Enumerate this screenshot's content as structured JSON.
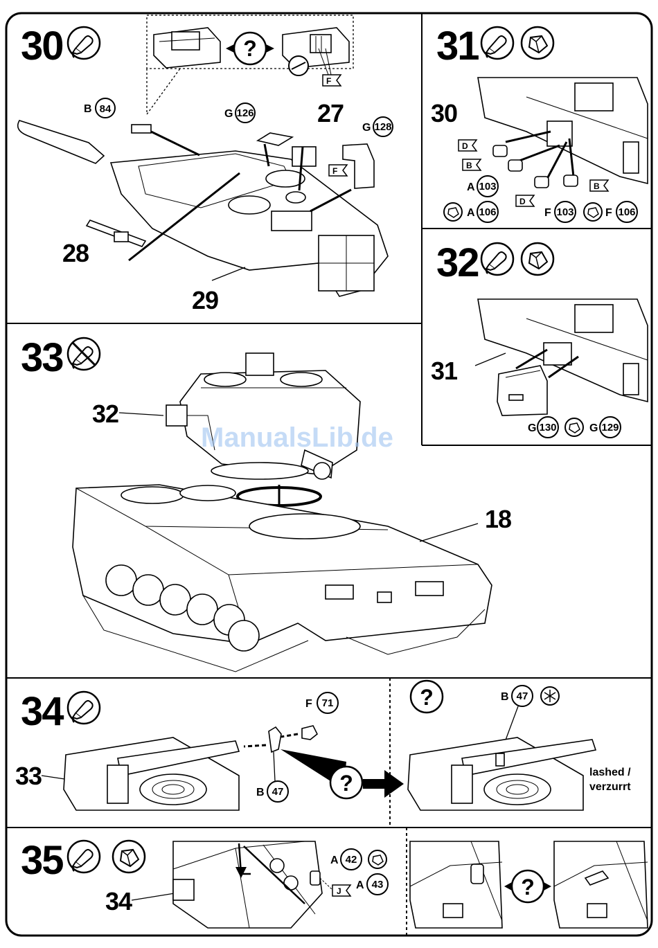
{
  "steps": [
    {
      "number": "30",
      "callouts": [
        "27",
        "28",
        "29"
      ],
      "parts": [
        {
          "sprue": "B",
          "num": "84"
        },
        {
          "sprue": "G",
          "num": "126"
        },
        {
          "sprue": "G",
          "num": "128"
        }
      ],
      "tags": [
        "F",
        "F"
      ]
    },
    {
      "number": "31",
      "callouts": [
        "30"
      ],
      "parts": [
        {
          "sprue": "A",
          "num": "103"
        },
        {
          "sprue": "A",
          "num": "106"
        },
        {
          "sprue": "F",
          "num": "103"
        },
        {
          "sprue": "F",
          "num": "106"
        }
      ],
      "tags": [
        "D",
        "B",
        "D",
        "B"
      ]
    },
    {
      "number": "32",
      "callouts": [
        "31"
      ],
      "parts": [
        {
          "sprue": "G",
          "num": "130"
        },
        {
          "sprue": "G",
          "num": "129"
        }
      ]
    },
    {
      "number": "33",
      "callouts": [
        "32",
        "18"
      ]
    },
    {
      "number": "34",
      "callouts": [
        "33"
      ],
      "parts": [
        {
          "sprue": "F",
          "num": "71"
        },
        {
          "sprue": "B",
          "num": "47"
        },
        {
          "sprue": "B",
          "num": "47"
        }
      ],
      "note_line1": "lashed /",
      "note_line2": "verzurrt"
    },
    {
      "number": "35",
      "callouts": [
        "34"
      ],
      "parts": [
        {
          "sprue": "A",
          "num": "42"
        },
        {
          "sprue": "A",
          "num": "43"
        }
      ],
      "tags": [
        "J"
      ]
    }
  ],
  "question_mark": "?",
  "watermark": "ManualsLib.de",
  "icons": [
    "glue-tube-icon",
    "paint-icon",
    "no-glue-icon",
    "question-icon",
    "asterisk-icon"
  ]
}
